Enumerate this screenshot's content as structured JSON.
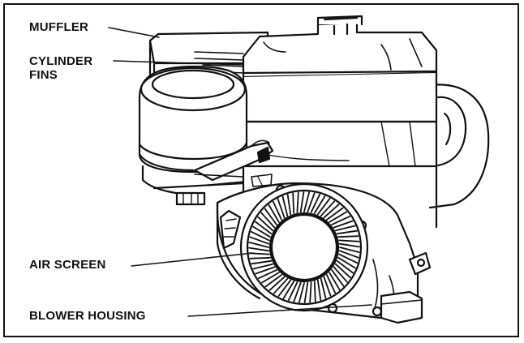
{
  "labels": {
    "muffler": "MUFFLER",
    "cylinder_fins_line1": "CYLINDER",
    "cylinder_fins_line2": "FINS",
    "air_screen": "AIR SCREEN",
    "blower_housing": "BLOWER HOUSING"
  },
  "colors": {
    "ink": "#111111",
    "paper": "#ffffff"
  }
}
